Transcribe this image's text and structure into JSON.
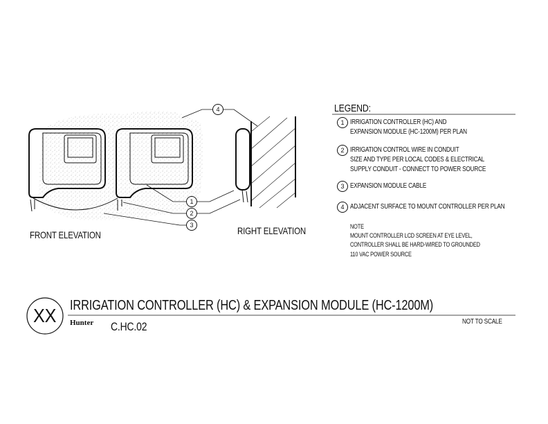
{
  "drawing": {
    "front_elevation_label": "FRONT ELEVATION",
    "right_elevation_label": "RIGHT ELEVATION",
    "callouts": [
      "1",
      "2",
      "3",
      "4"
    ]
  },
  "legend": {
    "title": "LEGEND:",
    "items": [
      {
        "num": "1",
        "lines": [
          "IRRIGATION CONTROLLER (HC) AND",
          "EXPANSION MODULE (HC-1200M) PER PLAN"
        ]
      },
      {
        "num": "2",
        "lines": [
          "IRRIGATION CONTROL WIRE IN CONDUIT",
          "SIZE AND TYPE PER LOCAL CODES & ELECTRICAL",
          "SUPPLY CONDUIT - CONNECT TO POWER SOURCE"
        ]
      },
      {
        "num": "3",
        "lines": [
          "EXPANSION MODULE CABLE"
        ]
      },
      {
        "num": "4",
        "lines": [
          "ADJACENT SURFACE TO MOUNT CONTROLLER PER PLAN"
        ]
      }
    ],
    "note_title": "NOTE",
    "note_lines": [
      "MOUNT CONTROLLER LCD SCREEN AT EYE LEVEL,",
      "CONTROLLER SHALL BE HARD-WIRED TO GROUNDED",
      "110 VAC POWER SOURCE"
    ]
  },
  "title_block": {
    "detail_id": "XX",
    "title": "IRRIGATION CONTROLLER (HC) & EXPANSION MODULE (HC-1200M)",
    "logo": "Hunter",
    "detail_code": "C.HC.02",
    "scale": "NOT TO SCALE"
  }
}
